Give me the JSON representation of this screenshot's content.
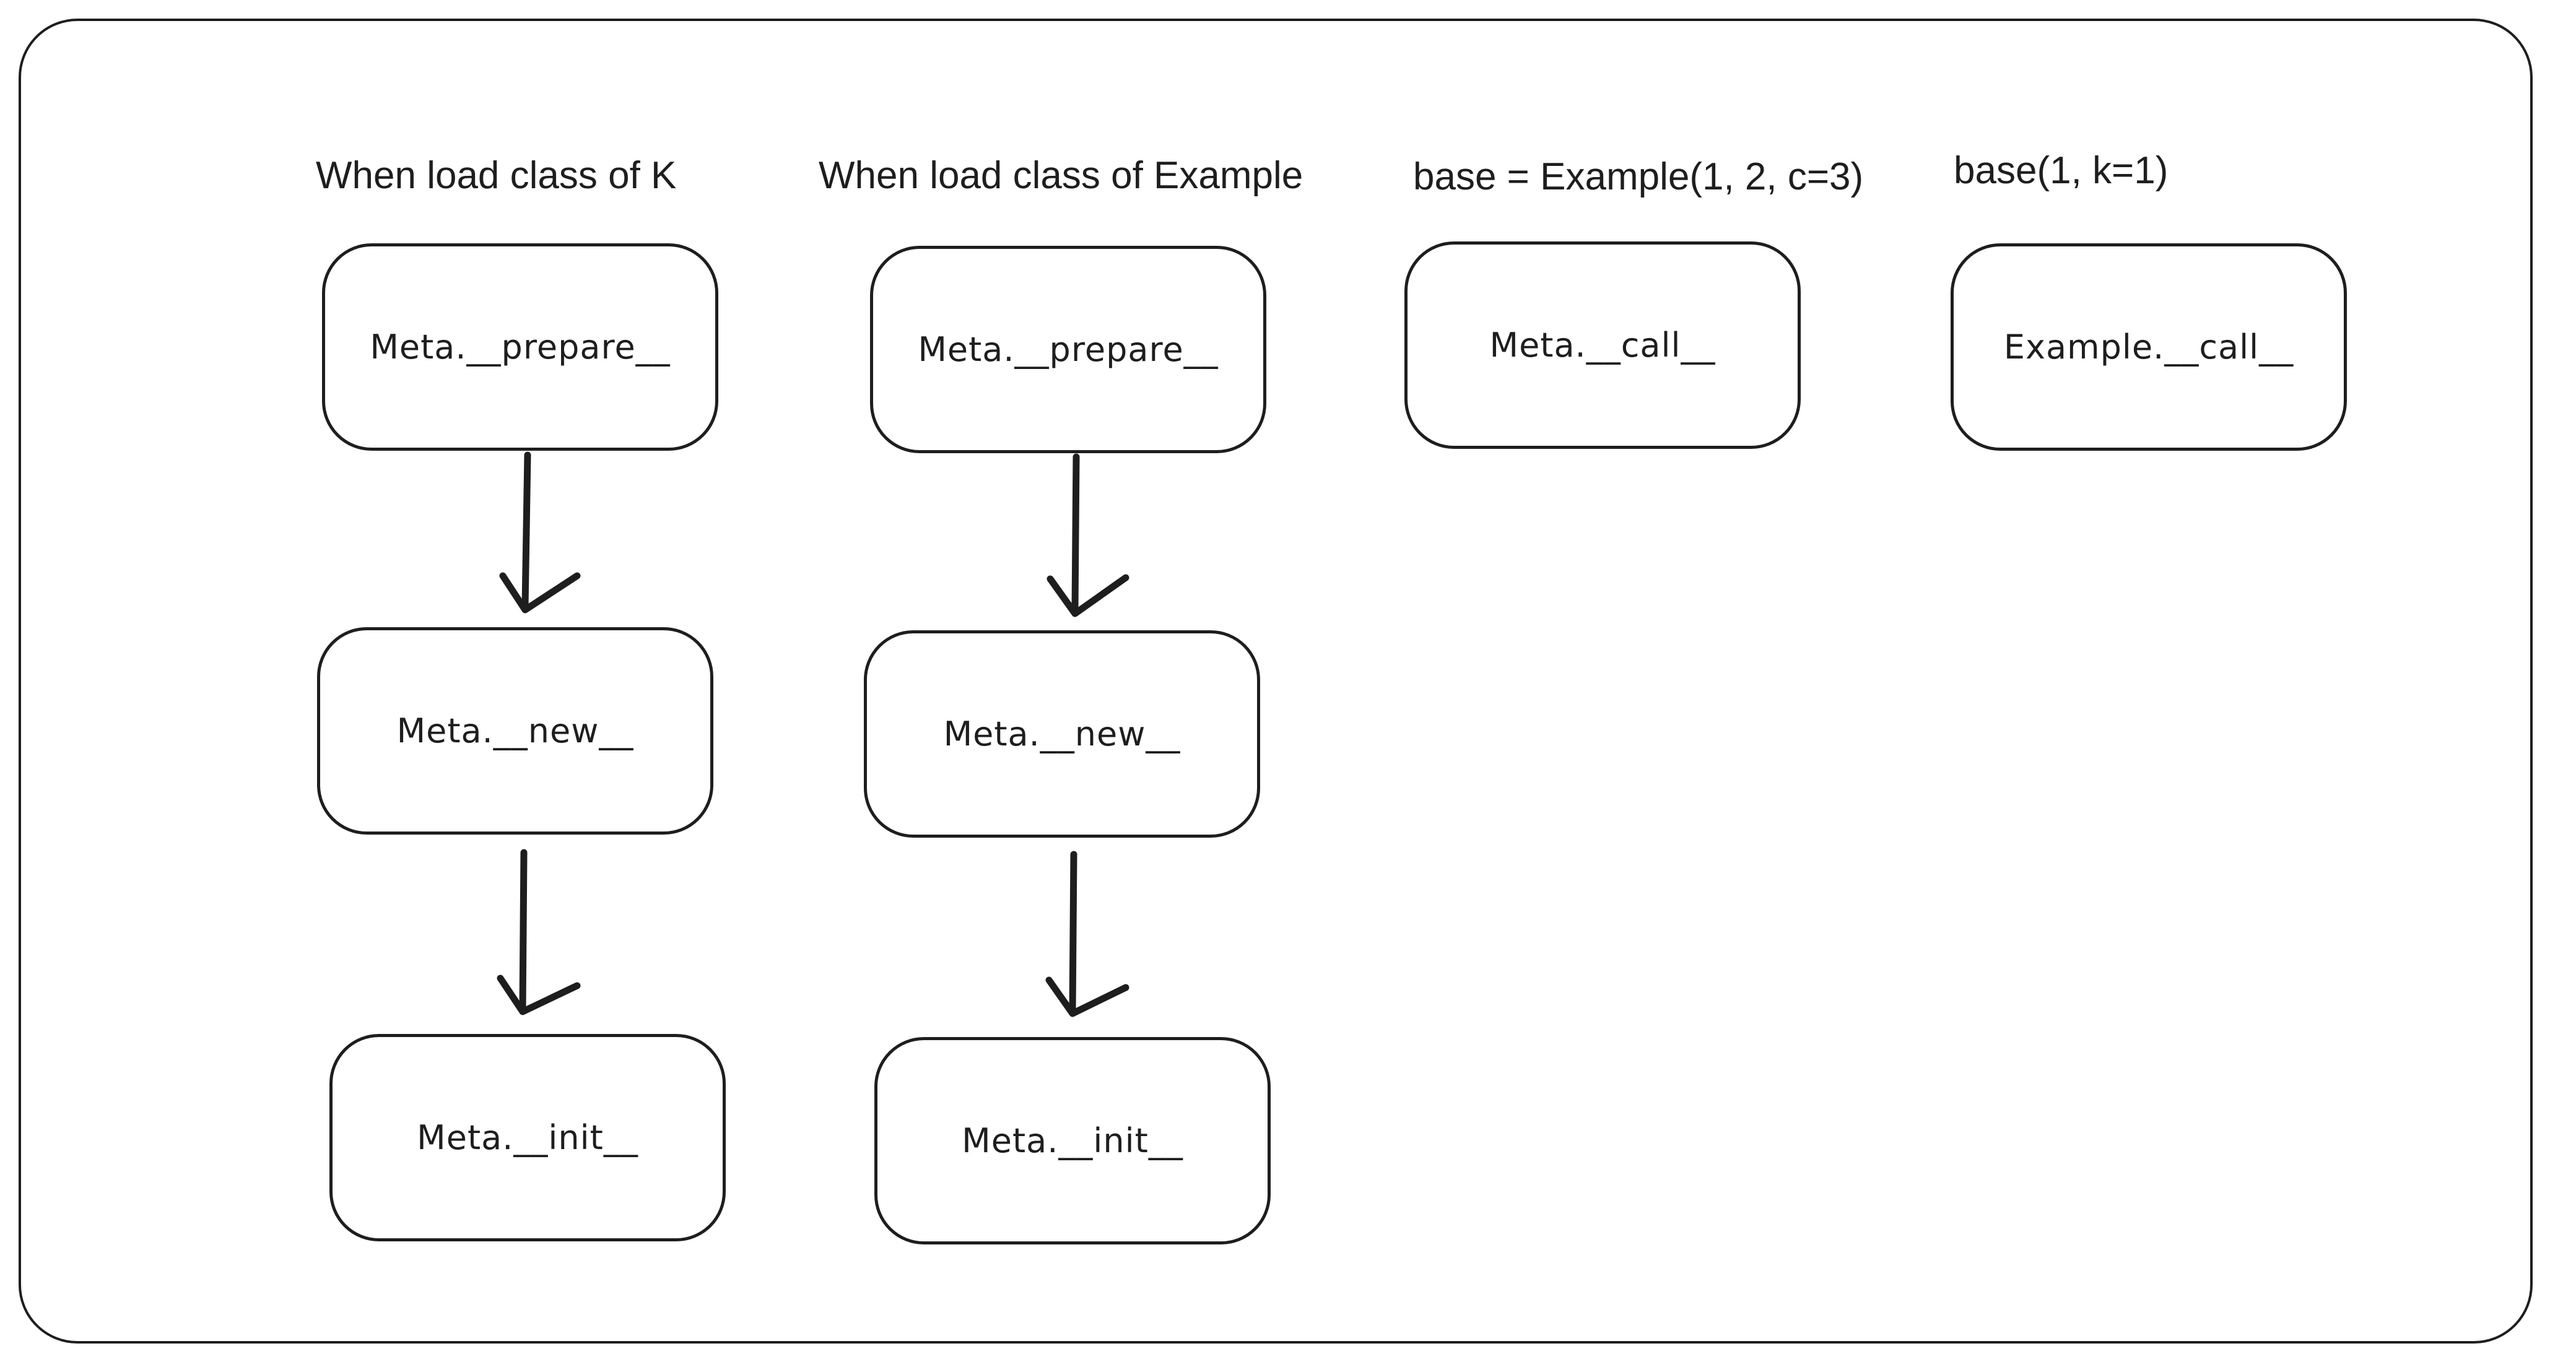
{
  "columns": [
    {
      "heading": "When load class of K",
      "nodes": [
        "Meta.__prepare__",
        "Meta.__new__",
        "Meta.__init__"
      ]
    },
    {
      "heading": "When load class of Example",
      "nodes": [
        "Meta.__prepare__",
        "Meta.__new__",
        "Meta.__init__"
      ]
    },
    {
      "heading": "base = Example(1, 2, c=3)",
      "nodes": [
        "Meta.__call__"
      ]
    },
    {
      "heading": "base(1, k=1)",
      "nodes": [
        "Example.__call__"
      ]
    }
  ]
}
